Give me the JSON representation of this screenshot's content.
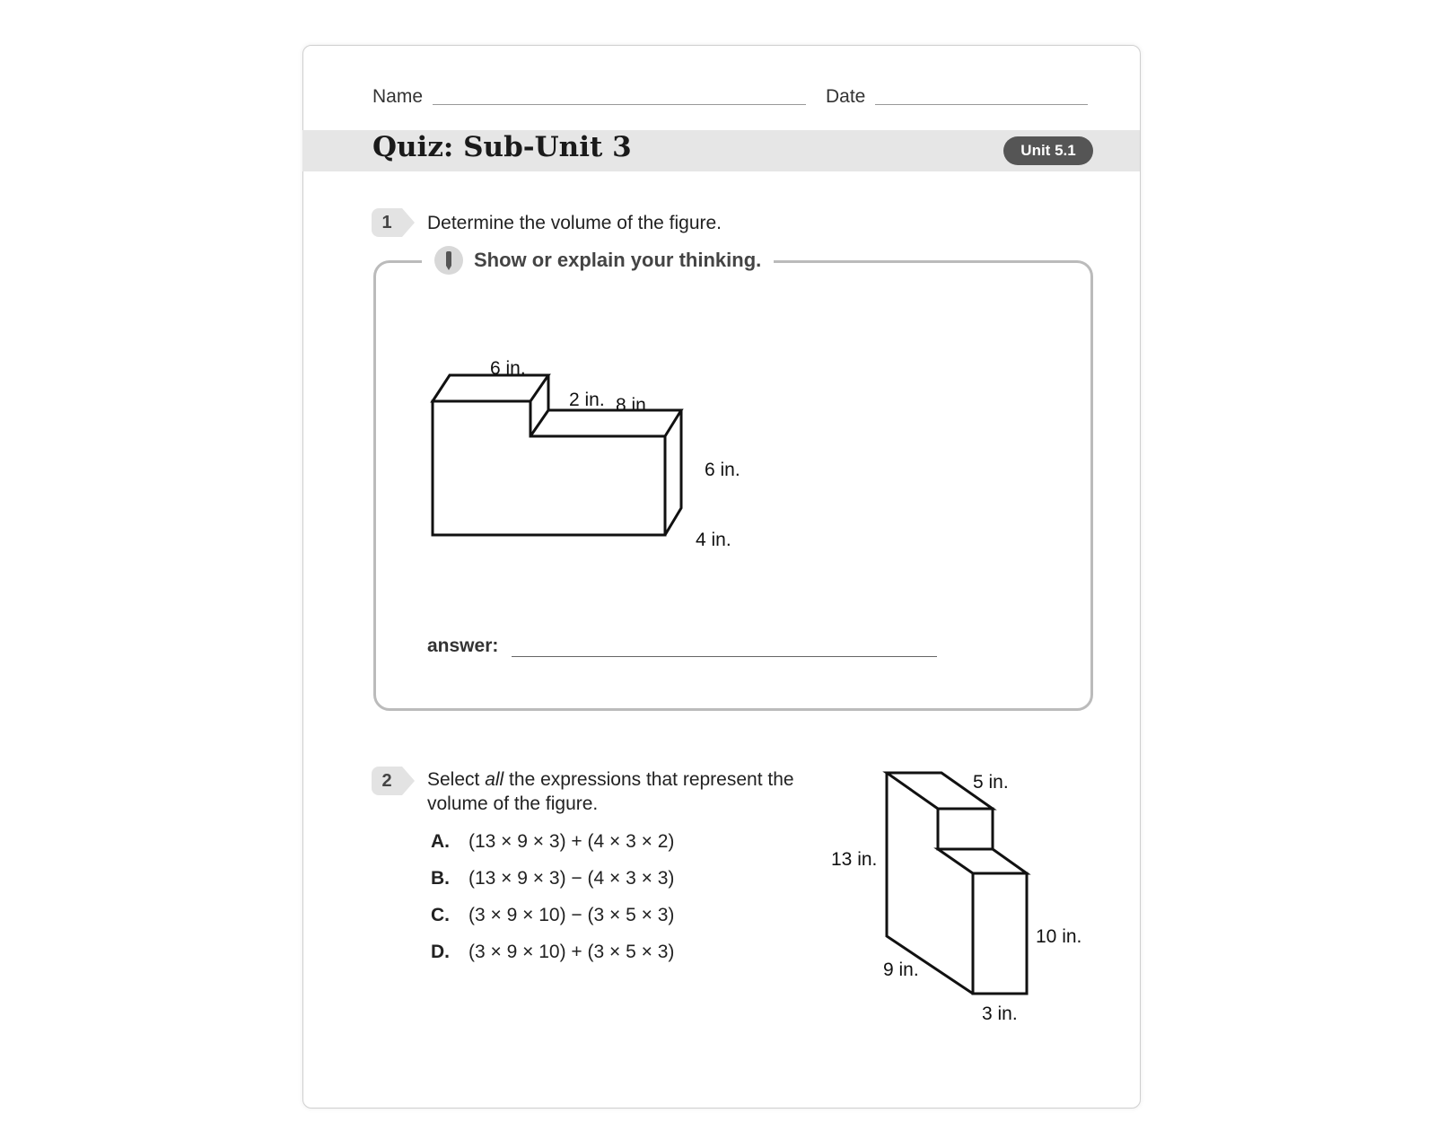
{
  "header": {
    "name_label": "Name",
    "date_label": "Date",
    "title": "Quiz: Sub-Unit 3",
    "badge": "Unit 5.1"
  },
  "q1": {
    "number": "1",
    "prompt": "Determine the volume of the figure.",
    "thinking_label": "Show or explain your thinking.",
    "answer_label": "answer:",
    "figure_labels": {
      "top": "6 in.",
      "step": "2 in.",
      "back": "8 in.",
      "height": "6 in.",
      "depth": "4 in."
    }
  },
  "q2": {
    "number": "2",
    "prompt_pre": "Select ",
    "prompt_em": "all",
    "prompt_post": " the expressions that represent the volume of the figure.",
    "options": [
      {
        "letter": "A.",
        "expr": "(13 × 9 × 3) + (4 × 3 × 2)"
      },
      {
        "letter": "B.",
        "expr": "(13 × 9 × 3) − (4 × 3 × 3)"
      },
      {
        "letter": "C.",
        "expr": "(3 × 9 × 10) − (3 × 5 × 3)"
      },
      {
        "letter": "D.",
        "expr": "(3 × 9 × 10) + (3 × 5 × 3)"
      }
    ],
    "figure_labels": {
      "top": "5 in.",
      "left": "13 in.",
      "right": "10 in.",
      "depth": "9 in.",
      "width": "3 in."
    }
  }
}
